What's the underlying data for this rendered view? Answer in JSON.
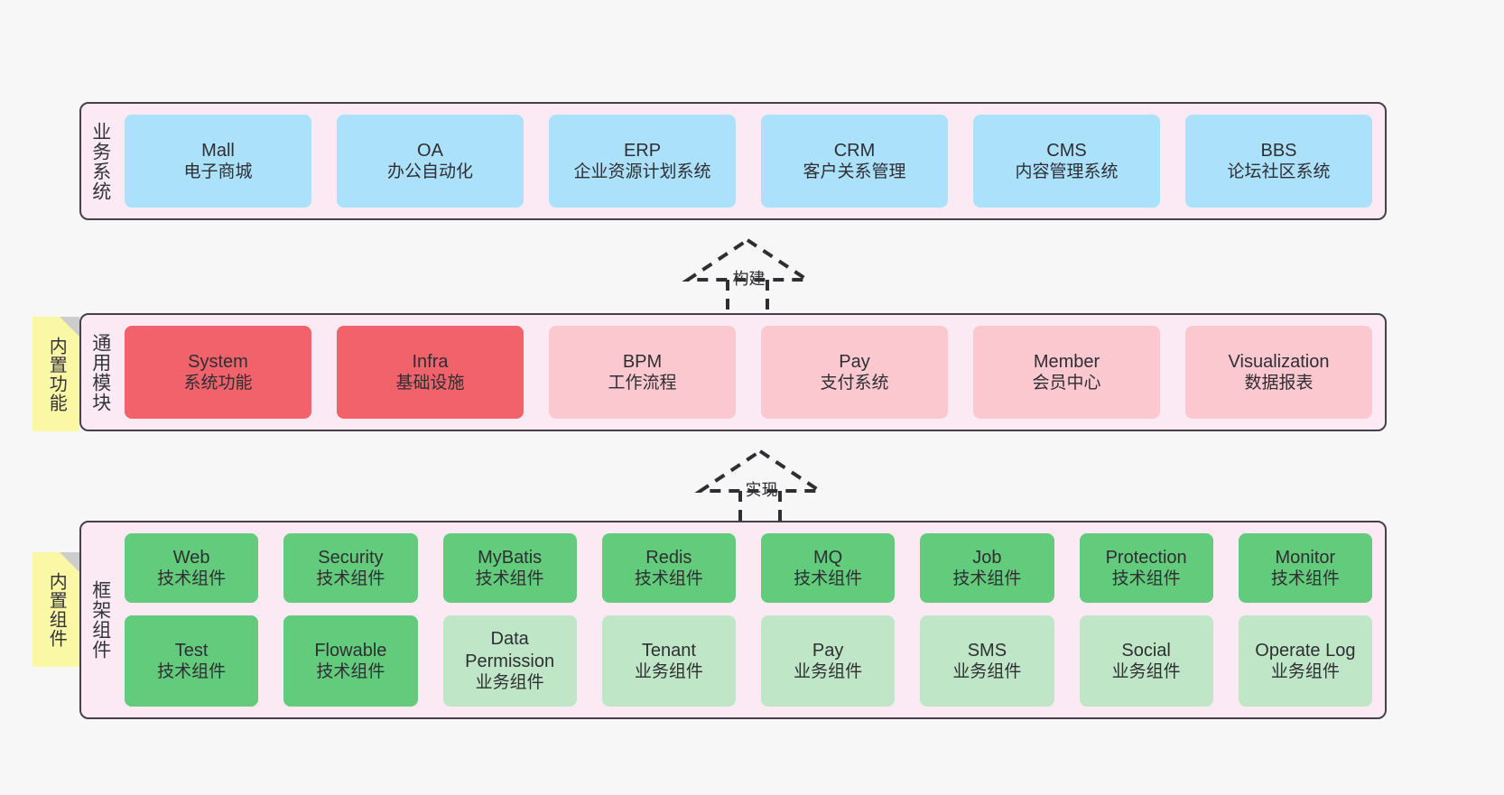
{
  "diagram": {
    "background": "#f7f7f7",
    "panel_bg": "#fbeaf4",
    "panel_border": "#45404a",
    "note_bg": "#fbf8a5",
    "colors": {
      "blue": "#ace1fb",
      "red": "#f2626b",
      "pink": "#fbc8cf",
      "green": "#63cb7c",
      "light_green": "#bfe7c7"
    }
  },
  "layers": [
    {
      "id": "business-systems",
      "title": "业务系统",
      "rows": [
        {
          "cards": [
            {
              "title": "Mall",
              "sub": "电子商城",
              "color": "blue"
            },
            {
              "title": "OA",
              "sub": "办公自动化",
              "color": "blue"
            },
            {
              "title": "ERP",
              "sub": "企业资源计划系统",
              "color": "blue"
            },
            {
              "title": "CRM",
              "sub": "客户关系管理",
              "color": "blue"
            },
            {
              "title": "CMS",
              "sub": "内容管理系统",
              "color": "blue"
            },
            {
              "title": "BBS",
              "sub": "论坛社区系统",
              "color": "blue"
            }
          ]
        }
      ]
    },
    {
      "id": "common-modules",
      "title": "通用模块",
      "note": "内置功能",
      "rows": [
        {
          "cards": [
            {
              "title": "System",
              "sub": "系统功能",
              "color": "red"
            },
            {
              "title": "Infra",
              "sub": "基础设施",
              "color": "red"
            },
            {
              "title": "BPM",
              "sub": "工作流程",
              "color": "pink"
            },
            {
              "title": "Pay",
              "sub": "支付系统",
              "color": "pink"
            },
            {
              "title": "Member",
              "sub": "会员中心",
              "color": "pink"
            },
            {
              "title": "Visualization",
              "sub": "数据报表",
              "color": "pink"
            }
          ]
        }
      ]
    },
    {
      "id": "framework-components",
      "title": "框架组件",
      "note": "内置组件",
      "rows": [
        {
          "cards": [
            {
              "title": "Web",
              "sub": "技术组件",
              "color": "green"
            },
            {
              "title": "Security",
              "sub": "技术组件",
              "color": "green"
            },
            {
              "title": "MyBatis",
              "sub": "技术组件",
              "color": "green"
            },
            {
              "title": "Redis",
              "sub": "技术组件",
              "color": "green"
            },
            {
              "title": "MQ",
              "sub": "技术组件",
              "color": "green"
            },
            {
              "title": "Job",
              "sub": "技术组件",
              "color": "green"
            },
            {
              "title": "Protection",
              "sub": "技术组件",
              "color": "green"
            },
            {
              "title": "Monitor",
              "sub": "技术组件",
              "color": "green"
            }
          ]
        },
        {
          "cards": [
            {
              "title": "Test",
              "sub": "技术组件",
              "color": "green"
            },
            {
              "title": "Flowable",
              "sub": "技术组件",
              "color": "green"
            },
            {
              "title": "Data Permission",
              "sub": "业务组件",
              "color": "light_green"
            },
            {
              "title": "Tenant",
              "sub": "业务组件",
              "color": "light_green"
            },
            {
              "title": "Pay",
              "sub": "业务组件",
              "color": "light_green"
            },
            {
              "title": "SMS",
              "sub": "业务组件",
              "color": "light_green"
            },
            {
              "title": "Social",
              "sub": "业务组件",
              "color": "light_green"
            },
            {
              "title": "Operate Log",
              "sub": "业务组件",
              "color": "light_green"
            }
          ]
        }
      ]
    }
  ],
  "connectors": [
    {
      "id": "build-arrow",
      "label": "构建"
    },
    {
      "id": "implement-arrow",
      "label": "实现"
    }
  ]
}
